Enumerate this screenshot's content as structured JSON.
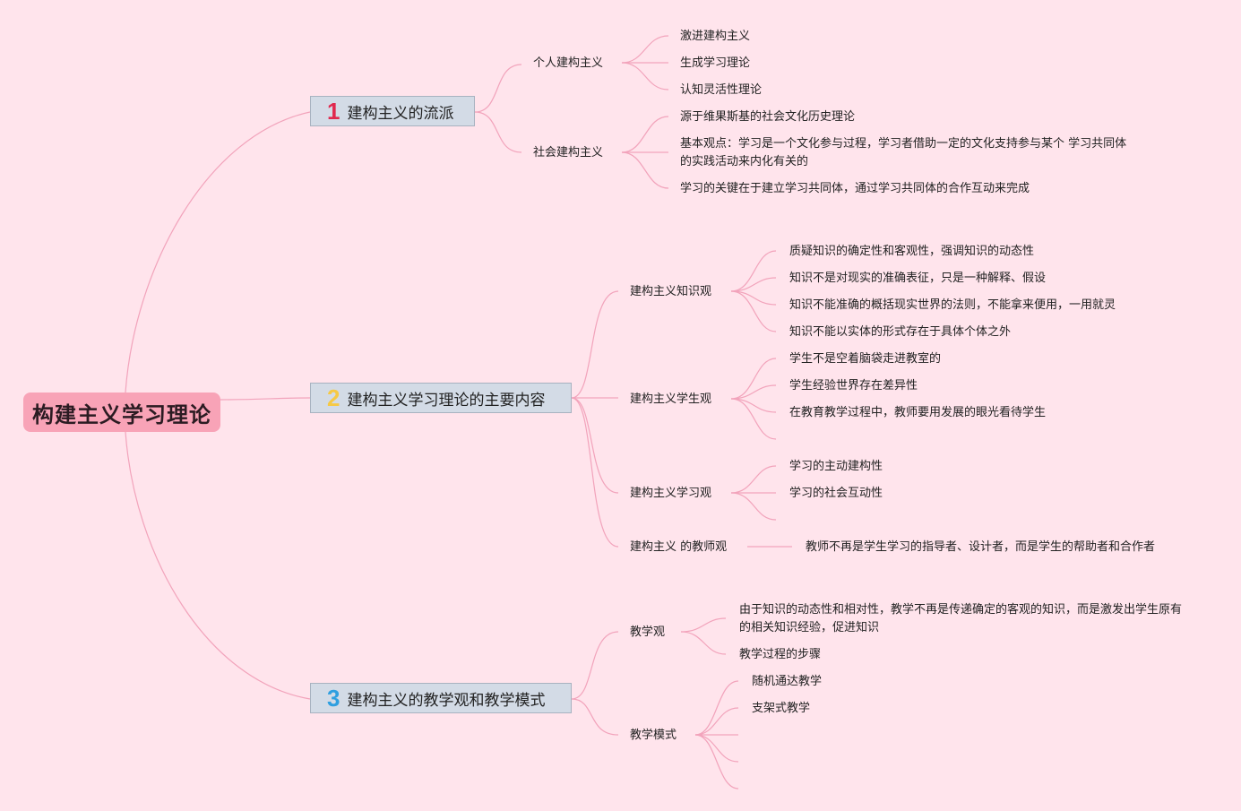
{
  "root": {
    "label": "构建主义学习理论"
  },
  "branches": [
    {
      "number": "1",
      "number_color": "#e0284e",
      "label": "建构主义的流派",
      "children": [
        {
          "label": "个人建构主义",
          "children": [
            "激进建构主义",
            "生成学习理论",
            "认知灵活性理论"
          ]
        },
        {
          "label": "社会建构主义",
          "children": [
            "源于维果斯基的社会文化历史理论",
            "基本观点：学习是一个文化参与过程，学习者借助一定的文化支持参与某个 学习共同体的实践活动来内化有关的",
            "学习的关键在于建立学习共同体，通过学习共同体的合作互动来完成"
          ]
        }
      ]
    },
    {
      "number": "2",
      "number_color": "#f6c944",
      "label": "建构主义学习理论的主要内容",
      "children": [
        {
          "label": "建构主义知识观",
          "children": [
            "质疑知识的确定性和客观性，强调知识的动态性",
            "知识不是对现实的准确表征，只是一种解释、假设",
            "知识不能准确的概括现实世界的法则，不能拿来便用，一用就灵",
            "知识不能以实体的形式存在于具体个体之外"
          ]
        },
        {
          "label": "建构主义学生观",
          "children": [
            "学生不是空着脑袋走进教室的",
            "学生经验世界存在差异性",
            "在教育教学过程中，教师要用发展的眼光看待学生"
          ]
        },
        {
          "label": "建构主义学习观",
          "children": [
            "学习的主动建构性",
            "学习的社会互动性"
          ]
        },
        {
          "label": "建构主义 的教师观",
          "children": [
            "教师不再是学生学习的指导者、设计者，而是学生的帮助者和合作者"
          ]
        }
      ]
    },
    {
      "number": "3",
      "number_color": "#2f9fe0",
      "label": "建构主义的教学观和教学模式",
      "children": [
        {
          "label": "教学观",
          "children": [
            "由于知识的动态性和相对性，教学不再是传递确定的客观的知识，而是激发出学生原有的相关知识经验，促进知识",
            "教学过程的步骤"
          ]
        },
        {
          "label": "教学模式",
          "children": [
            "随机通达教学",
            "支架式教学"
          ]
        }
      ]
    }
  ]
}
